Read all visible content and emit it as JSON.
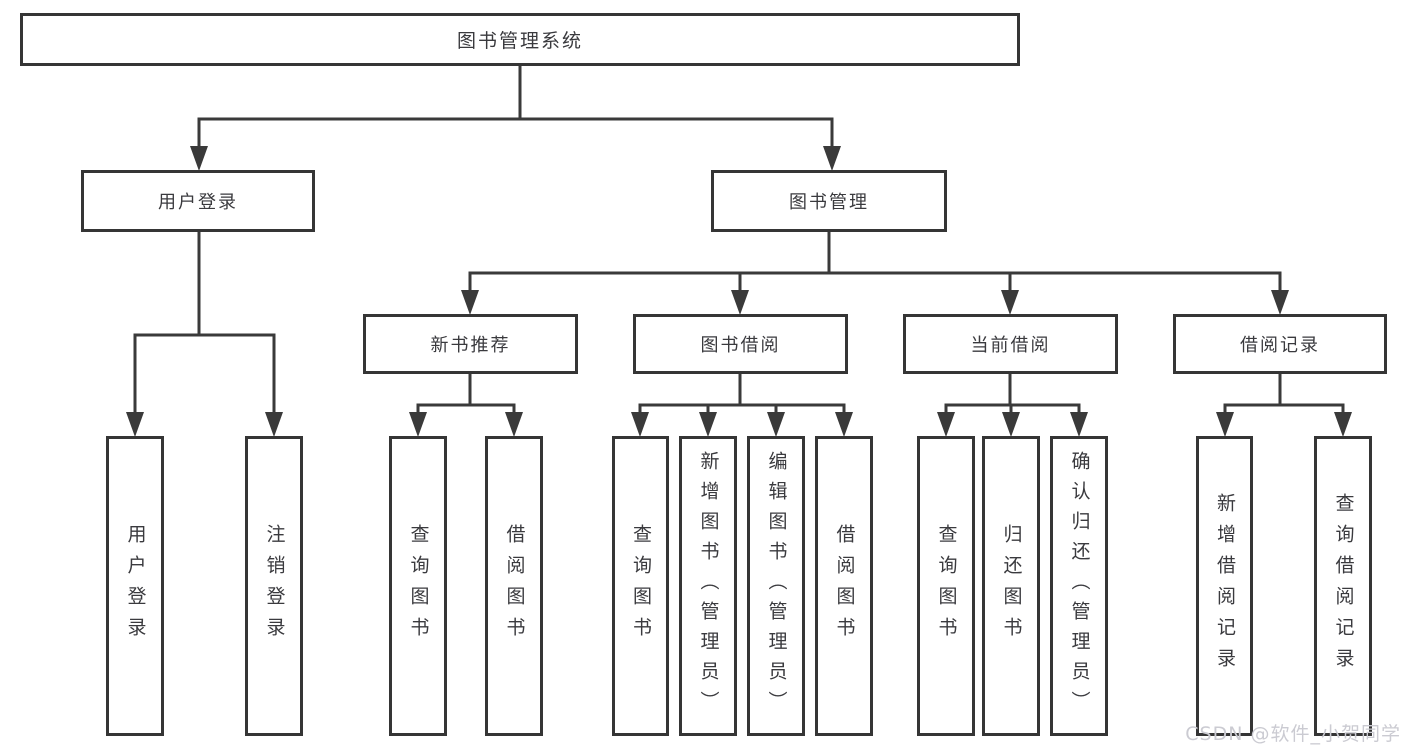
{
  "tree": {
    "root": {
      "label": "图书管理系统"
    },
    "branches": [
      {
        "label": "用户登录",
        "leaves": [
          "用户登录",
          "注销登录"
        ]
      },
      {
        "label": "图书管理",
        "groups": [
          {
            "label": "新书推荐",
            "leaves": [
              "查询图书",
              "借阅图书"
            ]
          },
          {
            "label": "图书借阅",
            "leaves": [
              "查询图书",
              "新增图书（管理员）",
              "编辑图书（管理员）",
              "借阅图书"
            ]
          },
          {
            "label": "当前借阅",
            "leaves": [
              "查询图书",
              "归还图书",
              "确认归还（管理员）"
            ]
          },
          {
            "label": "借阅记录",
            "leaves": [
              "新增借阅记录",
              "查询借阅记录"
            ]
          }
        ]
      }
    ]
  },
  "watermark": {
    "text": "CSDN @软件_小贺同学"
  },
  "colors": {
    "line": "#3a3a3a",
    "box_border": "#353535",
    "box_background": "#ffffff",
    "text": "#3a3a3e",
    "watermark": "#cbcbd2",
    "page_background": "#ffffff"
  }
}
